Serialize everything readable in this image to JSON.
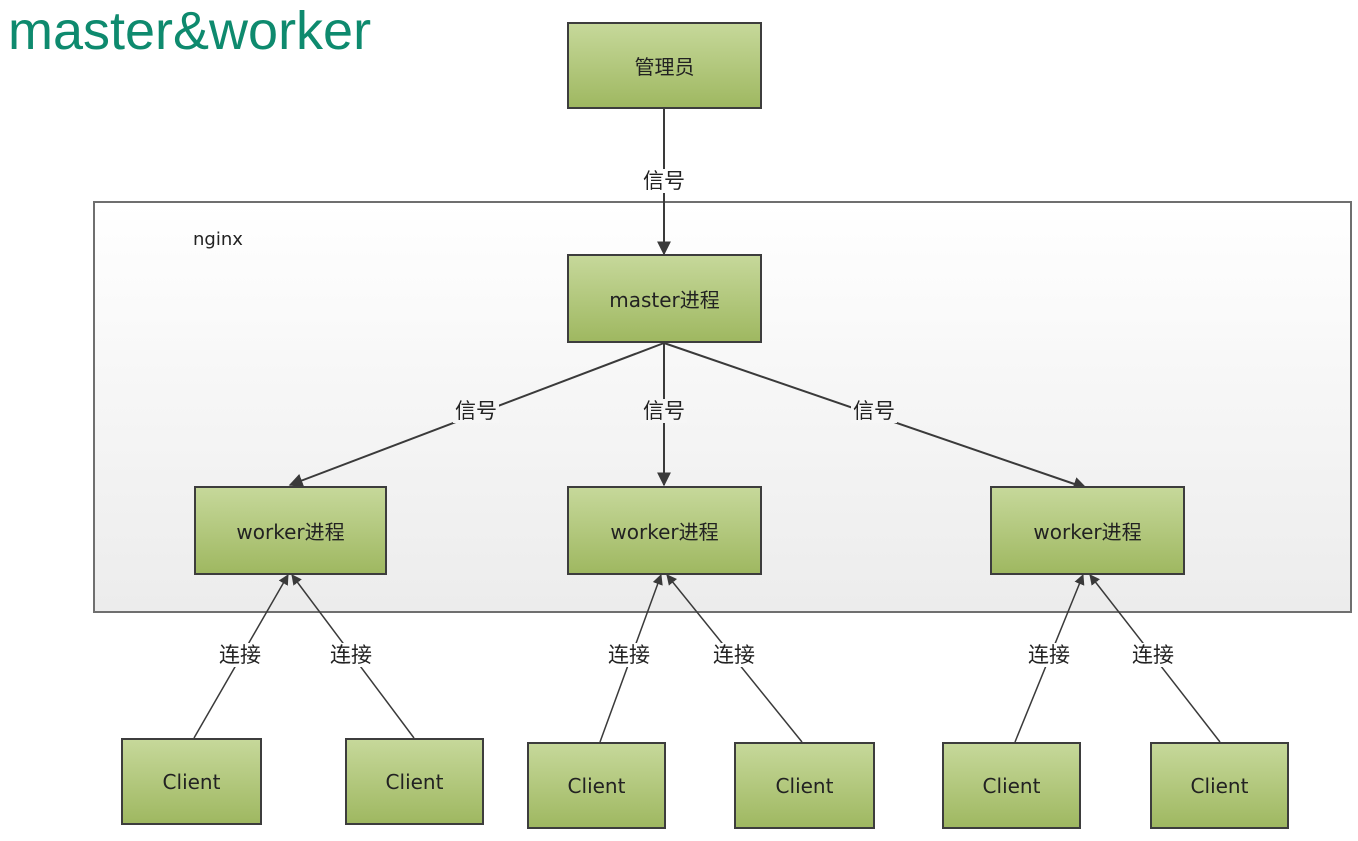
{
  "title": "master&worker",
  "nginx_label": "nginx",
  "nodes": {
    "admin": "管理员",
    "master": "master进程",
    "worker1": "worker进程",
    "worker2": "worker进程",
    "worker3": "worker进程",
    "client1": "Client",
    "client2": "Client",
    "client3": "Client",
    "client4": "Client",
    "client5": "Client",
    "client6": "Client"
  },
  "edge_labels": {
    "admin_master": "信号",
    "master_w1": "信号",
    "master_w2": "信号",
    "master_w3": "信号",
    "c1_w1": "连接",
    "c2_w1": "连接",
    "c3_w2": "连接",
    "c4_w2": "连接",
    "c5_w3": "连接",
    "c6_w3": "连接"
  },
  "colors": {
    "title": "#0e8a6e",
    "node_fill_top": "#c6d89a",
    "node_fill_bottom": "#9fb861",
    "edge": "#3a3a3a"
  }
}
